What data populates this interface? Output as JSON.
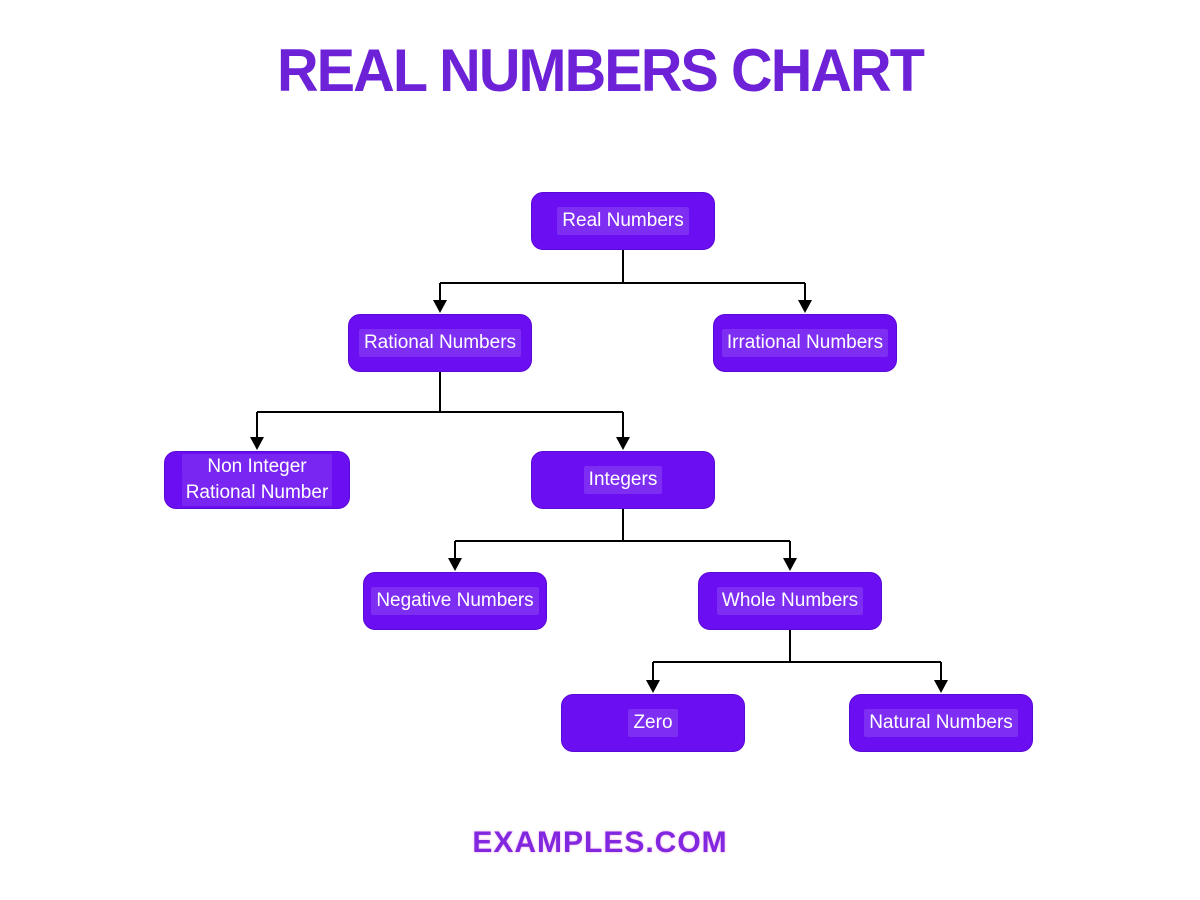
{
  "header": {
    "title": "REAL NUMBERS CHART"
  },
  "footer": {
    "brand": "EXAMPLES.COM"
  },
  "colors": {
    "background": "#FFFFFF",
    "title": "#6D22D8",
    "node_fill": "#6B0EF2",
    "node_text": "#FFFFFF",
    "connector": "#000000",
    "footer": "#8127E0"
  },
  "chart_data": {
    "type": "tree",
    "title": "REAL NUMBERS CHART",
    "root": "Real Numbers",
    "hierarchy": {
      "Real Numbers": [
        "Rational Numbers",
        "Irrational Numbers"
      ],
      "Rational Numbers": [
        "Non Integer Rational Number",
        "Integers"
      ],
      "Integers": [
        "Negative Numbers",
        "Whole Numbers"
      ],
      "Whole Numbers": [
        "Zero",
        "Natural Numbers"
      ]
    }
  },
  "diagram": {
    "nodes": {
      "real": {
        "label": "Real Numbers"
      },
      "rational": {
        "label": "Rational Numbers"
      },
      "irrational": {
        "label": "Irrational Numbers"
      },
      "nonint": {
        "label": "Non Integer Rational Number",
        "lines": [
          "Non Integer",
          "Rational Number"
        ]
      },
      "integers": {
        "label": "Integers"
      },
      "negative": {
        "label": "Negative Numbers"
      },
      "whole": {
        "label": "Whole Numbers"
      },
      "zero": {
        "label": "Zero"
      },
      "natural": {
        "label": "Natural Numbers"
      }
    },
    "edges": [
      {
        "from": "real",
        "to": "rational"
      },
      {
        "from": "real",
        "to": "irrational"
      },
      {
        "from": "rational",
        "to": "nonint"
      },
      {
        "from": "rational",
        "to": "integers"
      },
      {
        "from": "integers",
        "to": "negative"
      },
      {
        "from": "integers",
        "to": "whole"
      },
      {
        "from": "whole",
        "to": "zero"
      },
      {
        "from": "whole",
        "to": "natural"
      }
    ]
  }
}
